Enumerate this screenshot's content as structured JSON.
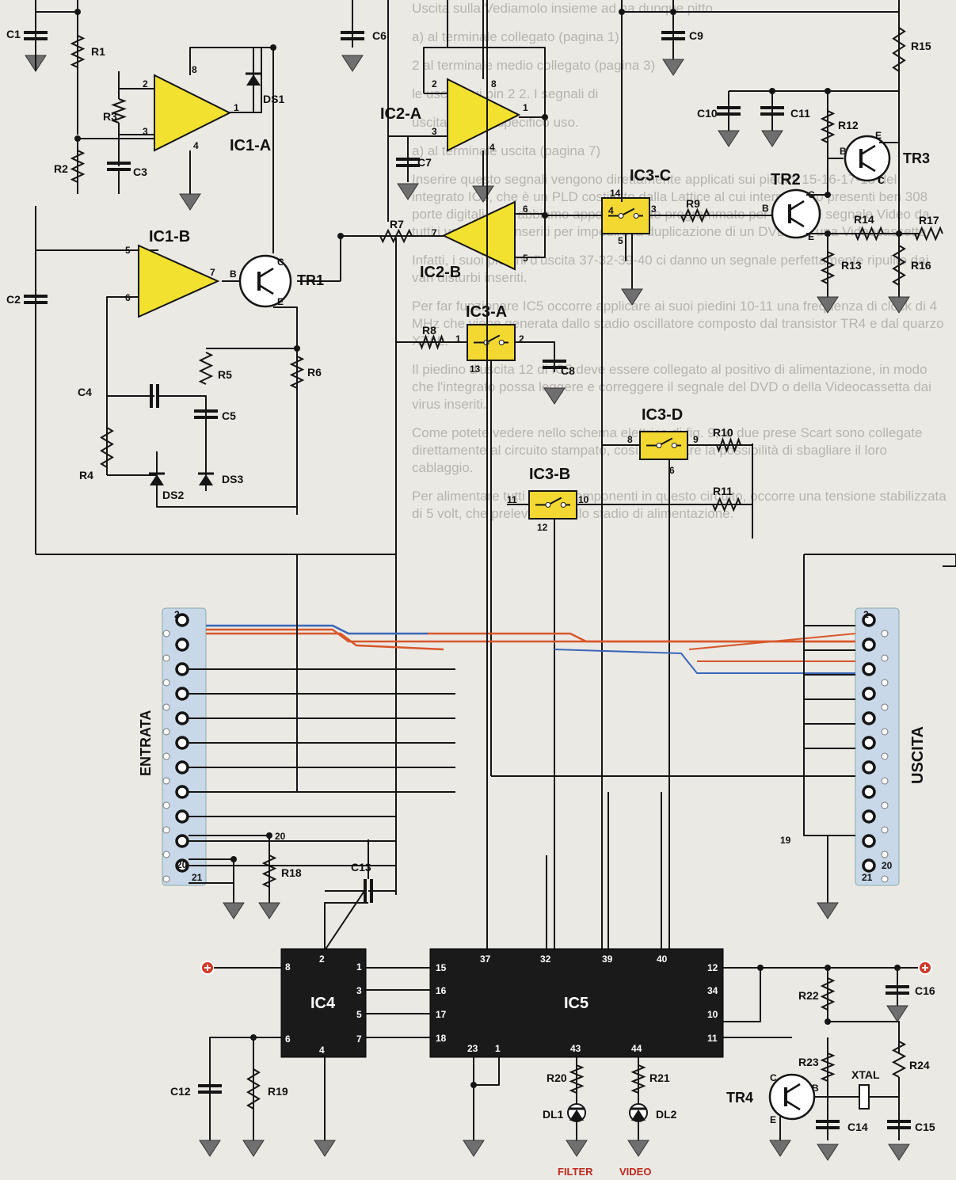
{
  "colors": {
    "opamp": "#f2e12e",
    "switch": "#f4d832",
    "ic": "#1a1a1a",
    "wire": "#151515",
    "orange": "#d8572a",
    "blue": "#3a66b8",
    "terminal": "#cf3a2a"
  },
  "ghost_text": [
    "Uscita sulla Vediamolo insieme ad ha dunque pitto.",
    "a) al terminale collegato (pagina 1)",
    "2 al terminale medio collegato (pagina 3)",
    "le uscite sui pin 2 2. I segnali di",
    "uscita sul suo specifico uso.",
    "a) al terminale uscita (pagina 7)",
    "Inserire questo segnali vengono direttamente applicati sui piedini 15-16-17-18 del integrato IC5, che è un PLD costituito dalla Lattice al cui interno sono presenti ben 308 porte digitali, che abbiamo appositamente programmato per ripulire il segnale Video da tutti i vari \"virus\" inseriti per impedire la duplicazione di un DVD o di una Videocassetta.",
    "Infatti, i suoi piedini d'uscita 37-32-39-40 ci danno un segnale perfettamente ripulito dai vari disturbi inseriti.",
    "Per far funzionare IC5 occorre applicare ai suoi piedini 10-11 una frequenza di clock di 4 MHz che viene generata dallo stadio oscillatore composto dal transistor TR4 e dal quarzo XTAL.",
    "Il piedino d'uscita 12 di IC5 deve essere collegato al positivo di alimentazione, in modo che l'integrato possa leggere e correggere il segnale del DVD o della Videocassetta dai virus inseriti.",
    "Come potete vedere nello schema elettrico di fig. 9, le due prese Scart sono collegate direttamente al circuito stampato, così da evitare la possibilità di sbagliare il loro cablaggio.",
    "Per alimentare tutti questi componenti in questo circuito, occorre una tensione stabilizzata di 5 volt, che preleviamo dallo stadio di alimentazione."
  ],
  "labels": {
    "C1": "C1",
    "R1": "R1",
    "DS1": "DS1",
    "IC1A": "IC1-A",
    "R3": "R3",
    "R2": "R2",
    "C3": "C3",
    "IC2A": "IC2-A",
    "C6": "C6",
    "C7": "C7",
    "C9": "C9",
    "R15": "R15",
    "C10": "C10",
    "C11": "C11",
    "R12": "R12",
    "TR3": "TR3",
    "IC3C": "IC3-C",
    "R9": "R9",
    "TR2": "TR2",
    "R14": "R14",
    "R17": "R17",
    "R16": "R16",
    "R13": "R13",
    "R7": "R7",
    "IC1B": "IC1-B",
    "IC2B": "IC2-B",
    "TR1": "TR1",
    "C2": "C2",
    "IC3A": "IC3-A",
    "R8": "R8",
    "C8": "C8",
    "R6": "R6",
    "C4": "C4",
    "R5": "R5",
    "C5": "C5",
    "IC3D": "IC3-D",
    "R10": "R10",
    "R4": "R4",
    "DS2": "DS2",
    "DS3": "DS3",
    "IC3B": "IC3-B",
    "R11": "R11",
    "entrata": "ENTRATA",
    "uscita": "USCITA",
    "R18": "R18",
    "C13": "C13",
    "IC4": "IC4",
    "IC5": "IC5",
    "R22": "R22",
    "C16": "C16",
    "R23": "R23",
    "R24": "R24",
    "XTAL": "XTAL",
    "TR4": "TR4",
    "C14": "C14",
    "C15": "C15",
    "C12": "C12",
    "R19": "R19",
    "R20": "R20",
    "R21": "R21",
    "DL1": "DL1",
    "DL2": "DL2"
  },
  "bottom_labels": {
    "filter": "FILTER",
    "video": "VIDEO"
  }
}
